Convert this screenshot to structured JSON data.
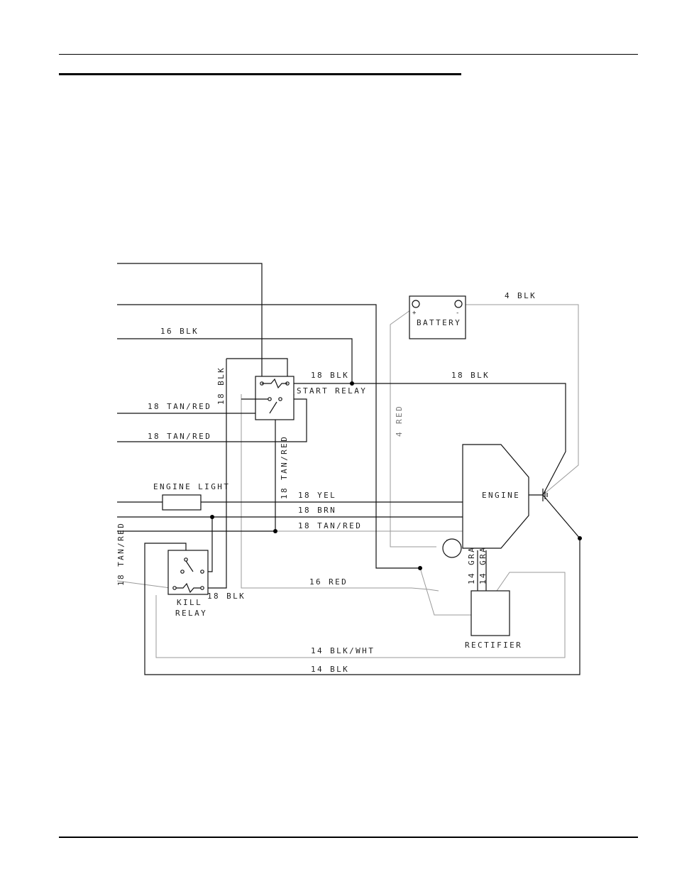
{
  "labels": {
    "battery": "BATTERY",
    "battery_pos": "+",
    "battery_neg": "-",
    "engine": "ENGINE",
    "rectifier": "RECTIFIER",
    "start_relay": "START RELAY",
    "kill_relay_1": "KILL",
    "kill_relay_2": "RELAY",
    "engine_light": "ENGINE LIGHT"
  },
  "wires": {
    "w_4blk": "4 BLK",
    "w_16blk": "16 BLK",
    "w_18blk_top": "18 BLK",
    "w_18blk_right": "18 BLK",
    "w_18blk_vert": "18 BLK",
    "w_18tanred_1": "18 TAN/RED",
    "w_18tanred_2": "18 TAN/RED",
    "w_18tanred_vert": "18 TAN/RED",
    "w_4red": "4 RED",
    "w_18yel": "18 YEL",
    "w_18brn": "18 BRN",
    "w_18tanred_h": "18 TAN/RED",
    "w_18tanred_left": "18 TAN/RED",
    "w_16red": "16 RED",
    "w_18blk_kill": "18 BLK",
    "w_14gra_1": "14 GRA",
    "w_14gra_2": "14 GRA",
    "w_14blkwht": "14 BLK/WHT",
    "w_14blk": "14 BLK"
  }
}
